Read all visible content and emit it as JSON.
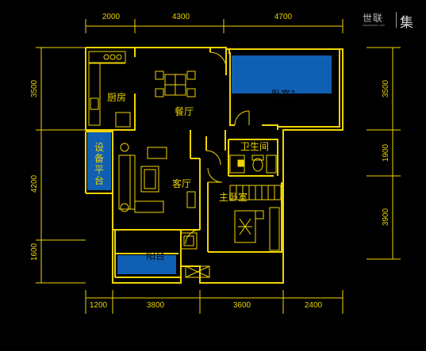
{
  "dimensions": {
    "top": [
      "2000",
      "4300",
      "4700"
    ],
    "bottom": [
      "1200",
      "3800",
      "3600",
      "2400"
    ],
    "left": [
      "3500",
      "4200",
      "1600"
    ],
    "right": [
      "3500",
      "1900",
      "3900"
    ]
  },
  "rooms": {
    "kitchen": "厨房",
    "dining": "餐厅",
    "bedroom1": "卧室1",
    "equipment_platform": [
      "设",
      "备",
      "平",
      "台"
    ],
    "bathroom": "卫生间",
    "living": "客厅",
    "master_bedroom": "主卧室",
    "balcony": "阳台"
  },
  "logo": {
    "main": "世联",
    "sub": "worldunion.com",
    "mark": "集"
  },
  "colors": {
    "wall": "#f2d400",
    "highlight_blue": "#0f5fb3",
    "background": "#000000"
  }
}
